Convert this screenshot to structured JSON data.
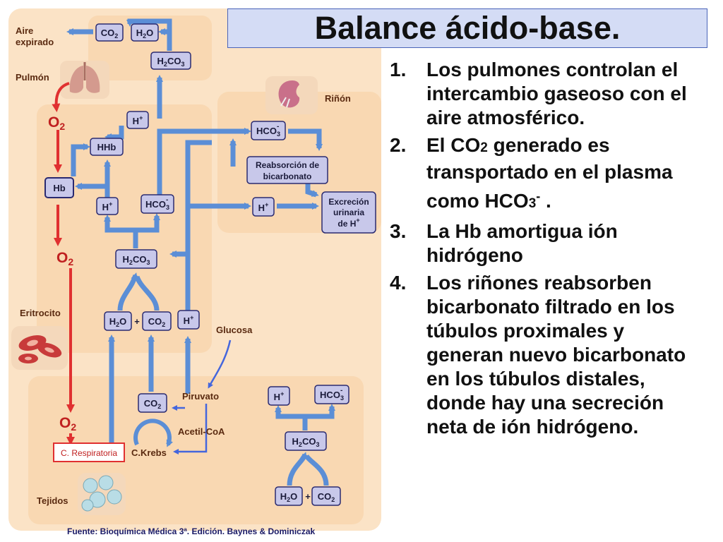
{
  "slide": {
    "title": "Balance ácido-base.",
    "points": [
      {
        "number": "1.",
        "text": "Los pulmones controlan el intercambio gaseoso con el aire atmosférico."
      },
      {
        "number": "2.",
        "text_a": "El CO",
        "sub_a": "2",
        "text_b": " generado es transportado en el plasma como HCO",
        "sub_b": "3",
        "sup_b": "-",
        "text_c": " ."
      },
      {
        "number": "3.",
        "text": "La Hb amortigua ión hidrógeno"
      },
      {
        "number": "4.",
        "text": "Los riñones reabsorben bicarbonato filtrado en los túbulos proximales y generan nuevo bicarbonato en los túbulos distales, donde hay una secreción neta de ión hidrógeno."
      }
    ],
    "source": "Fuente: Bioquímica Médica 3ª. Edición.  Baynes & Dominiczak"
  },
  "diagram": {
    "labels": {
      "aire_expirado": [
        "Aire",
        "expirado"
      ],
      "pulmon": "Pulmón",
      "rinon": "Riñón",
      "eritrocito": "Eritrocito",
      "tejidos": "Tejidos",
      "glucosa": "Glucosa",
      "piruvato": "Piruvato",
      "acetil_coa": "Acetil-CoA",
      "ckrebs": "C.Krebs",
      "c_respiratoria": "C. Respiratoria",
      "plus": "+"
    },
    "oxygen": {
      "base": "O",
      "sub": "2"
    },
    "boxes": {
      "co2": {
        "base": "CO",
        "sub": "2"
      },
      "h2o": {
        "base": "H",
        "sub": "2",
        "tail": "O"
      },
      "h2co3": {
        "base": "H",
        "sub": "2",
        "mid": "CO",
        "sub2": "3"
      },
      "hco3": {
        "base": "HCO",
        "sub": "3",
        "sup": "-"
      },
      "hplus": {
        "base": "H",
        "sup": "+"
      },
      "hhb": "HHb",
      "hb": "Hb",
      "reabsorcion": [
        "Reabsorción de",
        "bicarbonato"
      ],
      "excrecion": [
        "Excreción",
        "urinaria",
        "de  H"
      ],
      "excrecion_sup": "+"
    },
    "colors": {
      "panel": "#fbe3c6",
      "box_fill": "#c8c8ea",
      "box_border": "#2a2a70",
      "blue_arrow": "#5b8ed6",
      "red_arrow": "#e03030",
      "o2_text": "#c02020",
      "label_text": "#6b2a10"
    }
  }
}
